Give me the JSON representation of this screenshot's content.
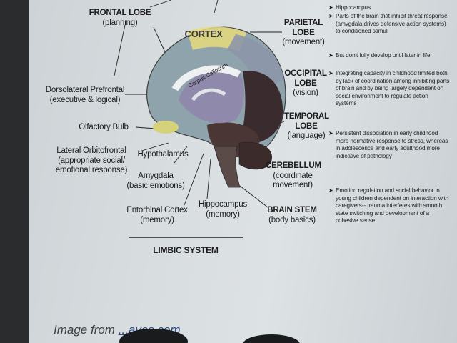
{
  "labels": {
    "frontal_lobe": {
      "name": "FRONTAL LOBE",
      "desc": "(planning)"
    },
    "cortex": "CORTEX",
    "corpus_callosum": "Corpus Callosum",
    "parietal_lobe": {
      "name1": "PARIETAL",
      "name2": "LOBE",
      "desc": "(movement)"
    },
    "occipital_lobe": {
      "name1": "OCCIPITAL",
      "name2": "LOBE",
      "desc": "(vision)"
    },
    "temporal_lobe": {
      "name1": "TEMPORAL",
      "name2": "LOBE",
      "desc": "(language)"
    },
    "dorsolateral": {
      "name": "Dorsolateral Prefrontal",
      "desc": "(executive & logical)"
    },
    "olfactory": "Olfactory Bulb",
    "lateral_orbitofrontal": {
      "name": "Lateral Orbitofrontal",
      "desc1": "(appropriate social/",
      "desc2": "emotional response)"
    },
    "hypothalamus": "Hypothalamus",
    "amygdala": {
      "name": "Amygdala",
      "desc": "(basic emotions)"
    },
    "cerebellum": {
      "name": "CEREBELLUM",
      "desc1": "(coordinate",
      "desc2": "movement)"
    },
    "entorhinal": {
      "name": "Entorhinal Cortex",
      "desc": "(memory)"
    },
    "hippocampus": {
      "name": "Hippocampus",
      "desc": "(memory)"
    },
    "brain_stem": {
      "name": "BRAIN STEM",
      "desc": "(body basics)"
    },
    "limbic_system": "LIMBIC SYSTEM"
  },
  "bullets": [
    {
      "arrow": "➤",
      "text": "Hippocampus"
    },
    {
      "arrow": "➤",
      "text": "Parts of the brain that inhibit threat response (amygdala drives defensive action systems) to conditioned stimuli"
    },
    {
      "arrow": "➤",
      "text": "But don't fully develop until later in life"
    },
    {
      "arrow": "➤",
      "text": "Integrating capacity in childhood limited both by lack of coordination among inhibiting parts of brain and by being largely dependent on social environment to regulate action systems"
    },
    {
      "arrow": "➤",
      "text": "Persistent dissociation in early childhood more normative response to stress, whereas in adolescence and early adulthood more indicative of pathology"
    },
    {
      "arrow": "➤",
      "text": "Emotion regulation and social behavior in young children dependent on interaction with caregivers-- trauma interferes with smooth state switching and development of a cohesive sense"
    }
  ],
  "credit": {
    "prefix": "Image from",
    "link": "...aves.com"
  },
  "colors": {
    "frontal": "#8fa3ac",
    "cortex_yellow": "#e7dc7c",
    "parietal": "#8c96a8",
    "occipital": "#3a2c2e",
    "temporal": "#4a3634",
    "limbic": "#8f86ab",
    "olfactory": "#d6d27a"
  }
}
